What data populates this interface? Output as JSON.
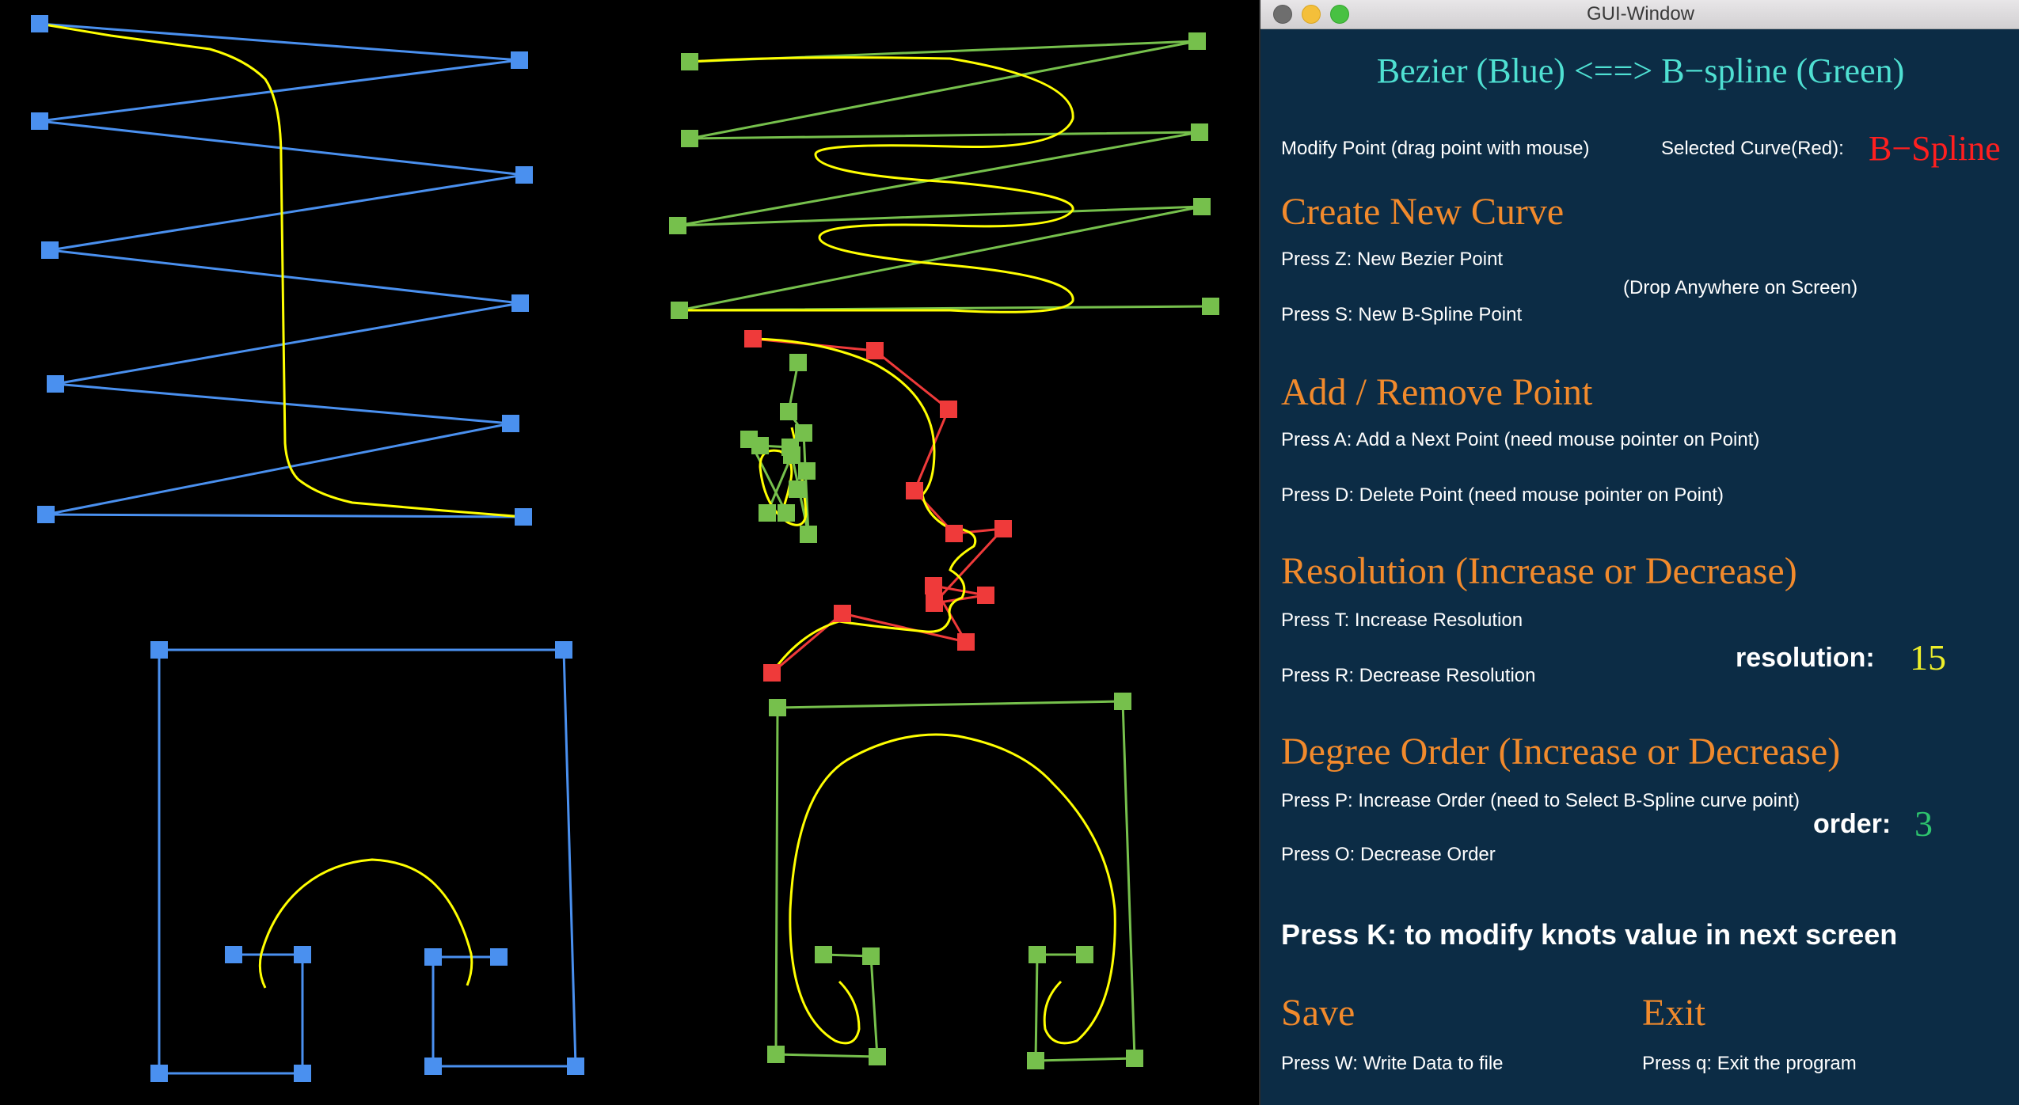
{
  "window": {
    "title": "GUI-Window",
    "close_label": "",
    "minimize_label": "",
    "maximize_label": ""
  },
  "header": {
    "title": "Bezier (Blue) <==> B−spline (Green)"
  },
  "modify": {
    "label": "Modify Point (drag point with mouse)",
    "selected_label": "Selected Curve(Red):",
    "selected_value": "B−Spline"
  },
  "create": {
    "heading": "Create New Curve",
    "bezier_hint": "Press Z: New Bezier Point",
    "drop_hint": "(Drop Anywhere on Screen)",
    "bspline_hint": "Press S: New B-Spline Point"
  },
  "add_remove": {
    "heading": "Add / Remove Point",
    "add_hint": "Press A: Add a Next Point  (need mouse pointer on Point)",
    "delete_hint": "Press D: Delete Point  (need mouse pointer on Point)"
  },
  "resolution": {
    "heading": "Resolution (Increase or Decrease)",
    "increase_hint": "Press T: Increase Resolution",
    "decrease_hint": "Press R: Decrease Resolution",
    "label": "resolution:",
    "value": "15"
  },
  "degree": {
    "heading": "Degree Order (Increase or Decrease)",
    "increase_hint": "Press P: Increase Order (need to Select B-Spline curve point)",
    "decrease_hint": "Press O: Decrease Order",
    "label": "order:",
    "value": "3"
  },
  "knots": {
    "hint": "Press K: to modify knots value in next screen"
  },
  "save": {
    "heading": "Save",
    "hint": "Press W: Write Data to file"
  },
  "exit": {
    "heading": "Exit",
    "hint": "Press q: Exit the program"
  },
  "colors": {
    "bezier_polygon": "#4a90ef",
    "bspline_polygon": "#76c04c",
    "selected_polygon": "#ef3a3a",
    "curve": "#ffff00",
    "panel_bg": "#0c2c45",
    "header_text": "#4fe0d2",
    "heading_text": "#f28a2c",
    "resolution_value": "#eeee2a",
    "order_value": "#2ec46e",
    "selected_value": "#ff1f1f"
  }
}
